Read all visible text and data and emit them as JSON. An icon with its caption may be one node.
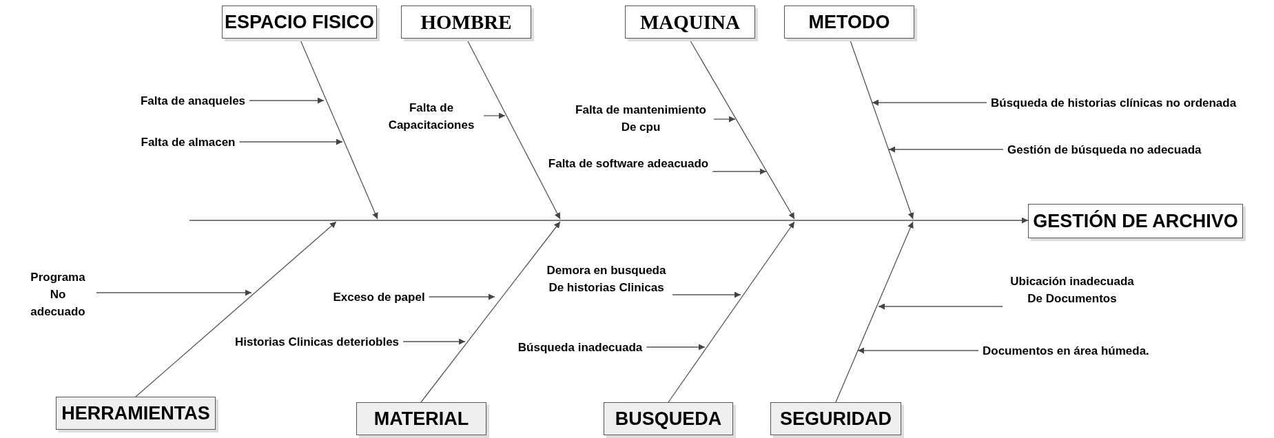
{
  "diagram": {
    "nodes": [
      {
        "text": [
          "ESPACIO FISICO"
        ]
      },
      {
        "text": [
          "HOMBRE"
        ]
      },
      {
        "text": [
          "MAQUINA"
        ]
      },
      {
        "text": [
          "METODO"
        ]
      },
      {
        "text": [
          "Falta de anaqueles"
        ]
      },
      {
        "text": [
          "Falta de Capacitaciones"
        ]
      },
      {
        "text": [
          "Falta de mantenimiento De cpu"
        ]
      },
      {
        "text": [
          "Búsqueda de historias clínicas no ordenada"
        ]
      },
      {
        "text": [
          "Falta de almacen"
        ]
      },
      {
        "text": [
          "Falta de software adeacuado"
        ]
      },
      {
        "text": [
          "Gestión de búsqueda no adecuada"
        ]
      },
      {
        "text": [
          "GESTIÓN DE ARCHIVO"
        ]
      },
      {
        "text": [
          "Programa No adecuado"
        ]
      },
      {
        "text": [
          "Exceso de papel"
        ]
      },
      {
        "text": [
          "Demora en busqueda De historias Clinicas"
        ]
      },
      {
        "text": [
          "Ubicación inadecuada De Documentos"
        ]
      },
      {
        "text": [
          "Historias Clinicas deteriobles"
        ]
      },
      {
        "text": [
          "Búsqueda inadecuada"
        ]
      },
      {
        "text": [
          "Documentos en área húmeda."
        ]
      },
      {
        "text": [
          "HERRAMIENTAS"
        ]
      },
      {
        "text": [
          "MATERIAL"
        ]
      },
      {
        "text": [
          "BUSQUEDA"
        ]
      },
      {
        "text": [
          "SEGURIDAD"
        ]
      }
    ],
    "edges": [
      {
        "from": 0,
        "to": null,
        "arrow": "to"
      },
      {
        "from": 1,
        "to": null,
        "arrow": "to"
      },
      {
        "from": 2,
        "to": null,
        "arrow": "to"
      },
      {
        "from": 3,
        "to": null,
        "arrow": "to"
      },
      {
        "from": 4,
        "to": null,
        "arrow": "to"
      },
      {
        "from": 5,
        "to": null,
        "arrow": "to"
      },
      {
        "from": 6,
        "to": null,
        "arrow": "to"
      },
      {
        "from": 7,
        "to": null,
        "arrow": "to"
      },
      {
        "from": 8,
        "to": null,
        "arrow": "to"
      },
      {
        "from": 9,
        "to": null,
        "arrow": "to"
      },
      {
        "from": 10,
        "to": null,
        "arrow": "to"
      },
      {
        "from": null,
        "to": 11,
        "arrow": "to"
      },
      {
        "from": 12,
        "to": null,
        "arrow": "to"
      },
      {
        "from": 13,
        "to": null,
        "arrow": "to"
      },
      {
        "from": 14,
        "to": null,
        "arrow": "to"
      },
      {
        "from": 15,
        "to": null,
        "arrow": "to"
      },
      {
        "from": 16,
        "to": null,
        "arrow": "to"
      },
      {
        "from": 17,
        "to": null,
        "arrow": "to"
      },
      {
        "from": 18,
        "to": null,
        "arrow": "to"
      },
      {
        "from": 19,
        "to": null,
        "arrow": "to"
      },
      {
        "from": 20,
        "to": null,
        "arrow": "to"
      },
      {
        "from": 21,
        "to": null,
        "arrow": "to"
      },
      {
        "from": 22,
        "to": null,
        "arrow": "to"
      }
    ]
  }
}
